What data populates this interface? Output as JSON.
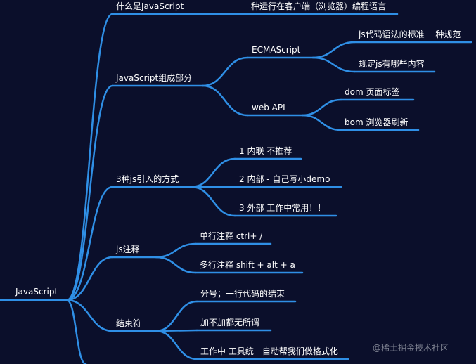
{
  "root": "JavaScript",
  "branches": [
    {
      "label": "什么是JavaScript",
      "children": [
        {
          "label": "一种运行在客户端（浏览器）编程语言"
        }
      ]
    },
    {
      "label": "JavaScript组成部分",
      "children": [
        {
          "label": "ECMAScript",
          "children": [
            {
              "label": "js代码语法的标准 一种规范"
            },
            {
              "label": "规定js有哪些内容"
            }
          ]
        },
        {
          "label": "web API",
          "children": [
            {
              "label": "dom  页面标签"
            },
            {
              "label": "bom 浏览器刷新"
            }
          ]
        }
      ]
    },
    {
      "label": "3种js引入的方式",
      "children": [
        {
          "label": "1 内联 不推荐"
        },
        {
          "label": "2 内部 - 自己写小demo"
        },
        {
          "label": "3 外部 工作中常用！！"
        }
      ]
    },
    {
      "label": "js注释",
      "children": [
        {
          "label": "单行注释  ctrl+ /"
        },
        {
          "label": "多行注释  shift + alt + a"
        }
      ]
    },
    {
      "label": "结束符",
      "children": [
        {
          "label": "分号；一行代码的结束"
        },
        {
          "label": "加不加都无所谓"
        },
        {
          "label": "工作中 工具统一自动帮我们做格式化"
        }
      ]
    }
  ],
  "watermark": "@稀土掘金技术社区",
  "colors": {
    "background": "#0b0f2b",
    "line": "#2f8fe6",
    "text": "#ffffff"
  }
}
